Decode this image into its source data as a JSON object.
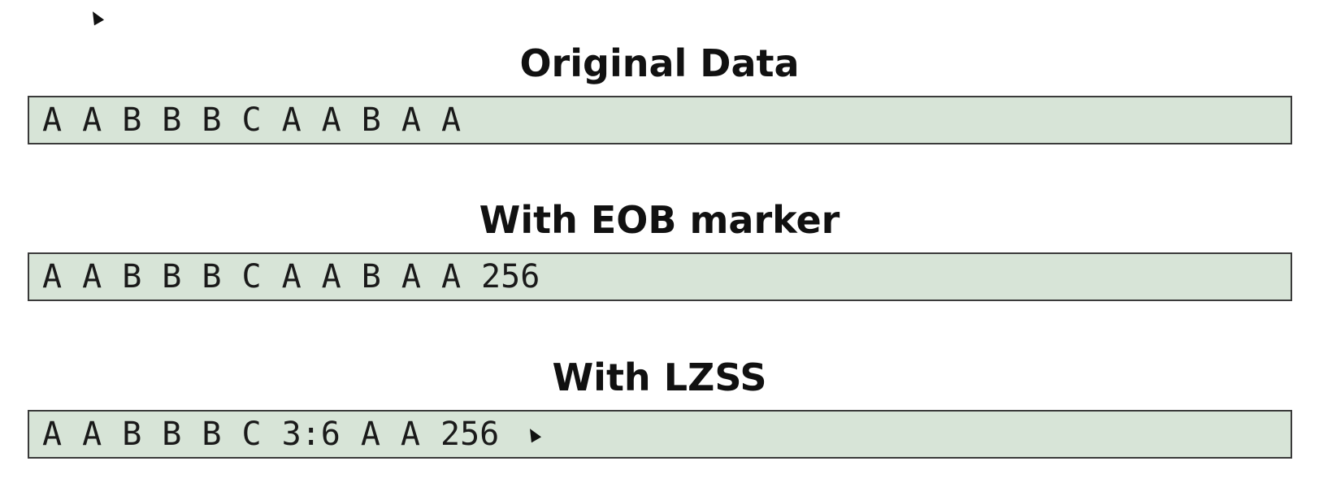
{
  "sections": [
    {
      "title": "Original Data",
      "symbols": [
        "A",
        "A",
        "B",
        "B",
        "B",
        "C",
        "A",
        "A",
        "B",
        "A",
        "A"
      ]
    },
    {
      "title": "With EOB marker",
      "symbols": [
        "A",
        "A",
        "B",
        "B",
        "B",
        "C",
        "A",
        "A",
        "B",
        "A",
        "A",
        "256"
      ]
    },
    {
      "title": "With LZSS",
      "symbols": [
        "A",
        "A",
        "B",
        "B",
        "B",
        "C",
        "3:6",
        "A",
        "A",
        "256"
      ]
    }
  ],
  "colors": {
    "box_fill": "#d7e4d7",
    "box_border": "#3a3a3a",
    "text": "#111111"
  },
  "icons": [
    "mouse-pointer-icon"
  ]
}
